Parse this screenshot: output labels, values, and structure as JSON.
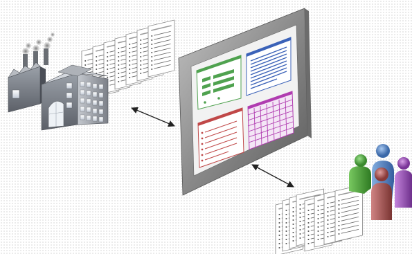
{
  "diagram": {
    "nodes": [
      {
        "id": "enterprise",
        "icon": "factory-icon"
      },
      {
        "id": "enterprise-documents",
        "icon": "document-stack-icon"
      },
      {
        "id": "dashboard",
        "icon": "monitor-icon",
        "panels": [
          "form-panel",
          "text-panel",
          "list-panel",
          "table-panel"
        ]
      },
      {
        "id": "user-documents",
        "icon": "document-stack-icon"
      },
      {
        "id": "users",
        "icon": "people-icon"
      }
    ],
    "edges": [
      {
        "from": "enterprise",
        "to": "dashboard",
        "style": "double-arrow"
      },
      {
        "from": "dashboard",
        "to": "user-documents",
        "style": "double-arrow"
      }
    ],
    "colors": {
      "form_panel": "#4fa24f",
      "text_panel": "#3b62b8",
      "list_panel": "#c04848",
      "table_panel": "#b03cb0",
      "person_green": "#4aa03a",
      "person_blue": "#4c7fc0",
      "person_red": "#a8504e",
      "person_purple": "#9a48b8",
      "monitor_frame": "#8c8c8c"
    }
  }
}
